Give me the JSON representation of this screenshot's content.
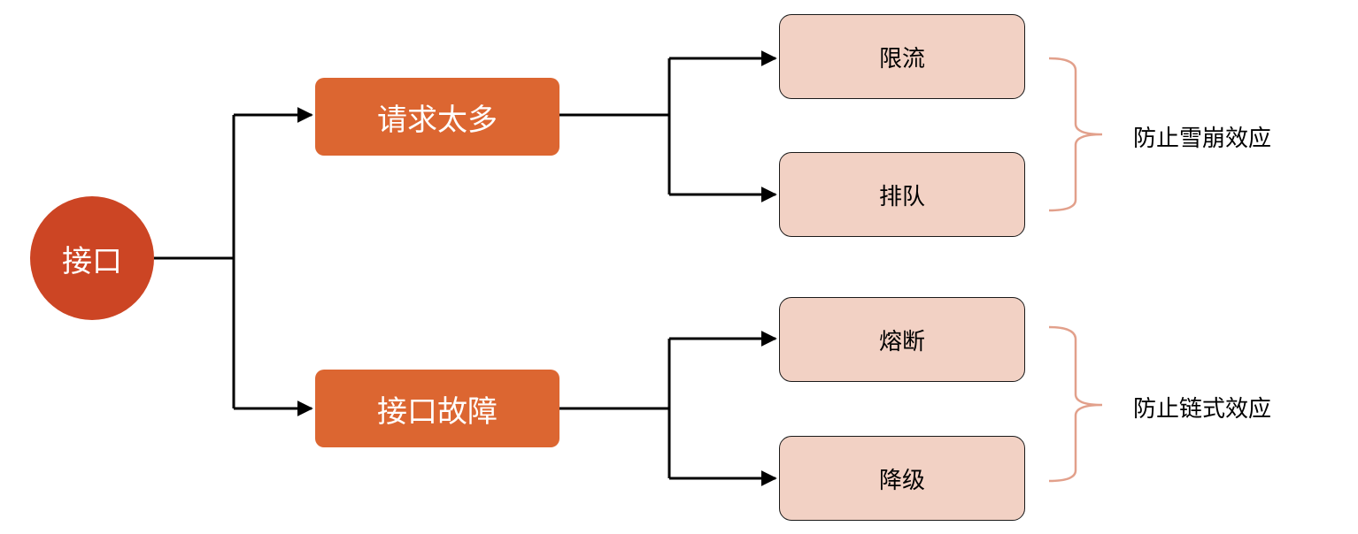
{
  "root": {
    "label": "接口"
  },
  "branches": [
    {
      "label": "请求太多",
      "leaves": [
        "限流",
        "排队"
      ],
      "note": "防止雪崩效应"
    },
    {
      "label": "接口故障",
      "leaves": [
        "熔断",
        "降级"
      ],
      "note": "防止链式效应"
    }
  ],
  "colors": {
    "root_fill": "#cc4524",
    "branch_fill": "#dc6631",
    "leaf_fill": "#f2d1c4",
    "connector": "#000000",
    "bracket": "#e2a08b"
  }
}
